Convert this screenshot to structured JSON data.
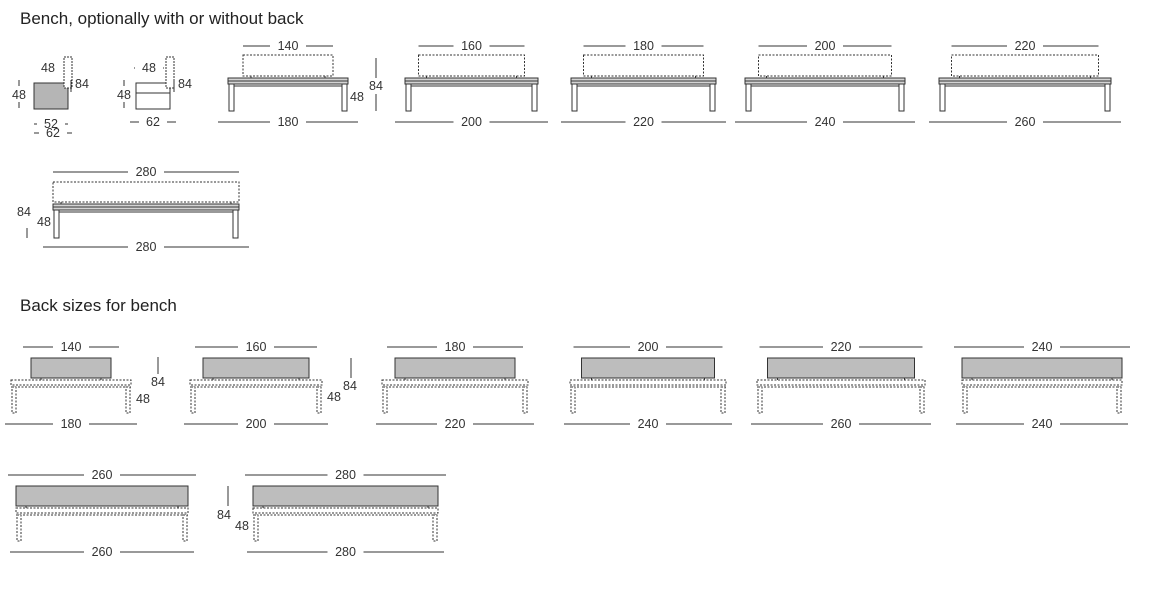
{
  "sections": [
    {
      "title": "Bench, optionally with or without back"
    },
    {
      "title": "Back sizes for bench"
    }
  ],
  "side_views": [
    {
      "width": "48",
      "depth_top": "52",
      "depth_bottom": "62",
      "seat_height": "48",
      "total_height": "84"
    },
    {
      "width": "48",
      "depth": "62",
      "seat_height": "48",
      "total_height": "84"
    }
  ],
  "bench_top": [
    {
      "back": "140",
      "seat": "180"
    },
    {
      "back": "160",
      "seat": "200"
    },
    {
      "back": "180",
      "seat": "220"
    },
    {
      "back": "200",
      "seat": "240"
    },
    {
      "back": "220",
      "seat": "260"
    }
  ],
  "bench_top_row2": [
    {
      "back": "280",
      "seat": "280"
    }
  ],
  "bench_heights": {
    "seat": "48",
    "total": "84"
  },
  "back_sizes": [
    {
      "back": "140",
      "seat": "180"
    },
    {
      "back": "160",
      "seat": "200"
    },
    {
      "back": "180",
      "seat": "220"
    },
    {
      "back": "200",
      "seat": "240"
    },
    {
      "back": "220",
      "seat": "260"
    },
    {
      "back": "240",
      "seat": "240"
    }
  ],
  "back_sizes_row2": [
    {
      "back": "260",
      "seat": "260"
    },
    {
      "back": "280",
      "seat": "280"
    }
  ]
}
